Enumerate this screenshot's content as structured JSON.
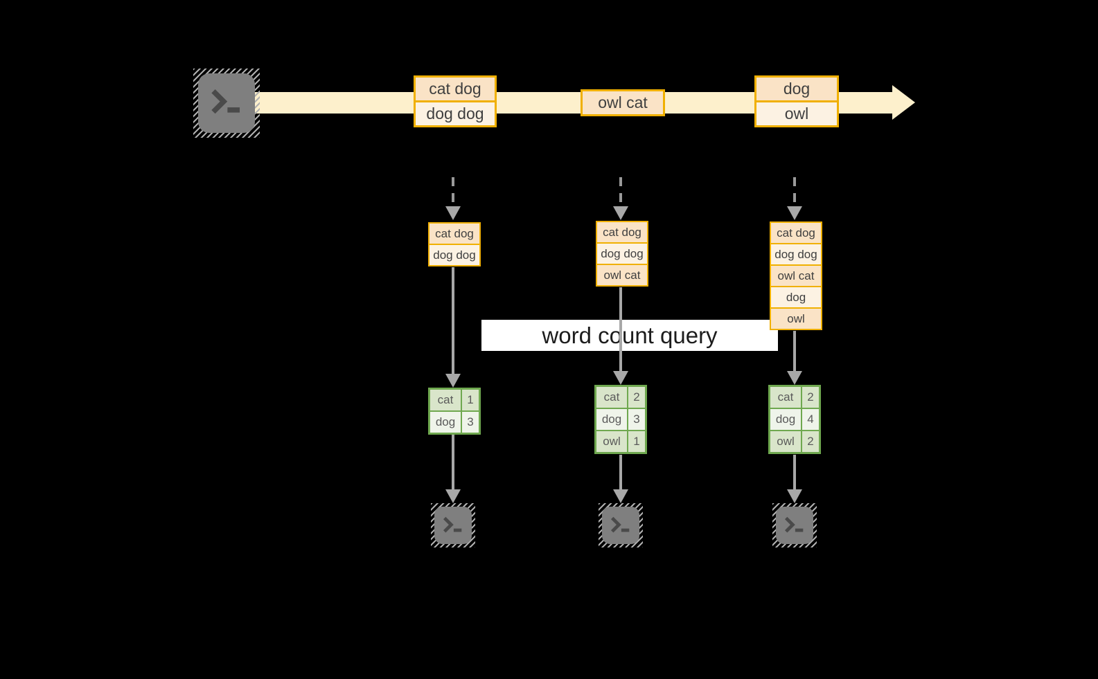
{
  "banner": {
    "label": "word count query"
  },
  "stream": {
    "records": [
      {
        "rows": [
          "cat dog",
          "dog dog"
        ]
      },
      {
        "rows": [
          "owl cat"
        ]
      },
      {
        "rows": [
          "dog",
          "owl"
        ]
      }
    ]
  },
  "snapshots": [
    {
      "inputs": [
        "cat dog",
        "dog dog"
      ],
      "counts": [
        {
          "word": "cat",
          "count": "1"
        },
        {
          "word": "dog",
          "count": "3"
        }
      ]
    },
    {
      "inputs": [
        "cat dog",
        "dog dog",
        "owl cat"
      ],
      "counts": [
        {
          "word": "cat",
          "count": "2"
        },
        {
          "word": "dog",
          "count": "3"
        },
        {
          "word": "owl",
          "count": "1"
        }
      ]
    },
    {
      "inputs": [
        "cat dog",
        "dog dog",
        "owl cat",
        "dog",
        "owl"
      ],
      "counts": [
        {
          "word": "cat",
          "count": "2"
        },
        {
          "word": "dog",
          "count": "4"
        },
        {
          "word": "owl",
          "count": "2"
        }
      ]
    }
  ],
  "icons": {
    "source": "terminal-icon",
    "sinks": [
      "terminal-icon",
      "terminal-icon",
      "terminal-icon"
    ]
  },
  "colors": {
    "background": "#000000",
    "stream_band": "#FDF0CC",
    "record_border": "#F0B000",
    "record_fill_dark": "#FAE3C6",
    "record_fill_light": "#FCF2E3",
    "table_border": "#6FA84F",
    "table_fill_dark": "#D9E5CA",
    "table_fill_light": "#EFF4EA",
    "arrow": "#A8A8A8",
    "banner_bg": "#FFFFFF",
    "terminal_fill": "#7F7F7F"
  }
}
